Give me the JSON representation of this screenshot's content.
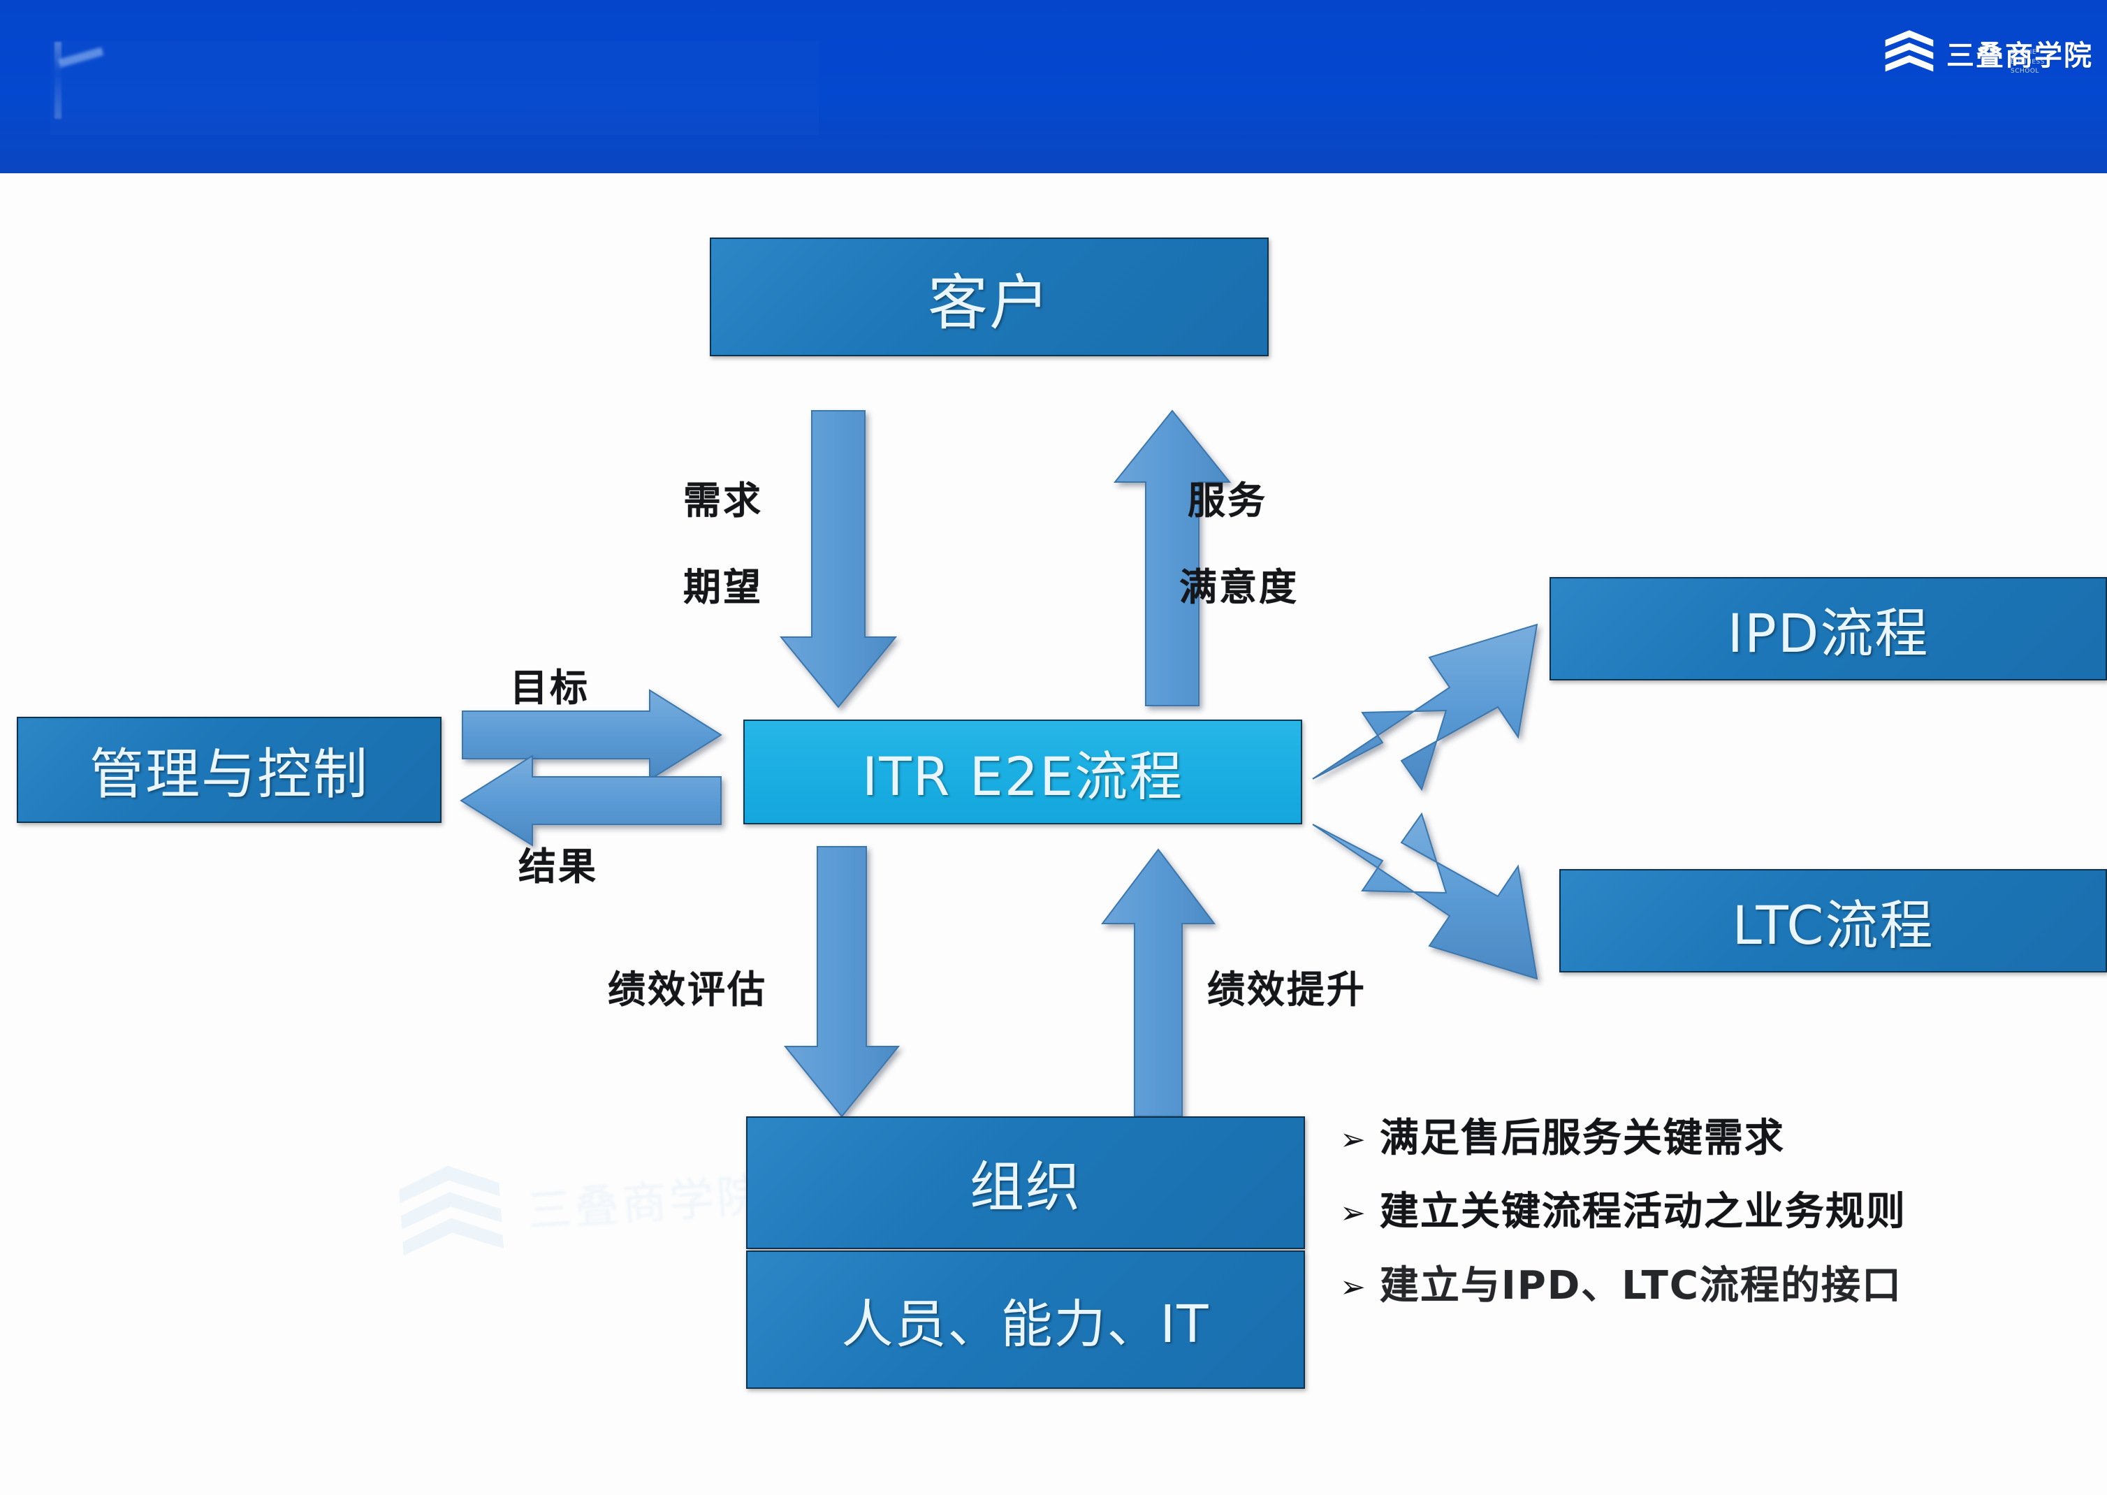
{
  "header": {
    "title_placeholder": "",
    "brand": {
      "name": "三叠商学院",
      "mark": "chevron-logo-icon",
      "sub_line_1": "SANDIE",
      "sub_line_2": "BUSINESS",
      "sub_line_3": "SCHOOL"
    },
    "background_color": "#0448cc"
  },
  "colors": {
    "header_blue": "#0448cc",
    "box_blue": "#1d77b8",
    "box_cyan": "#19ade2",
    "arrow_blue": "#5b9bd5",
    "text_dark": "#141519"
  },
  "diagram": {
    "nodes": {
      "customer": "客户",
      "management": "管理与控制",
      "itr": "ITR E2E流程",
      "ipd": "IPD流程",
      "ltc": "LTC流程",
      "organization": "组织",
      "people": "人员、能力、IT"
    },
    "arrow_labels": {
      "demand": "需求",
      "expectation": "期望",
      "service": "服务",
      "satisfaction": "满意度",
      "goal": "目标",
      "result": "结果",
      "performance_evaluation": "绩效评估",
      "performance_improvement": "绩效提升"
    }
  },
  "bullets": {
    "marker": "➢",
    "items": [
      "满足售后服务关键需求",
      "建立关键流程活动之业务规则",
      "建立与IPD、LTC流程的接口"
    ]
  },
  "watermark": {
    "text": "三叠商学院",
    "mark": "chevron-logo-icon"
  }
}
